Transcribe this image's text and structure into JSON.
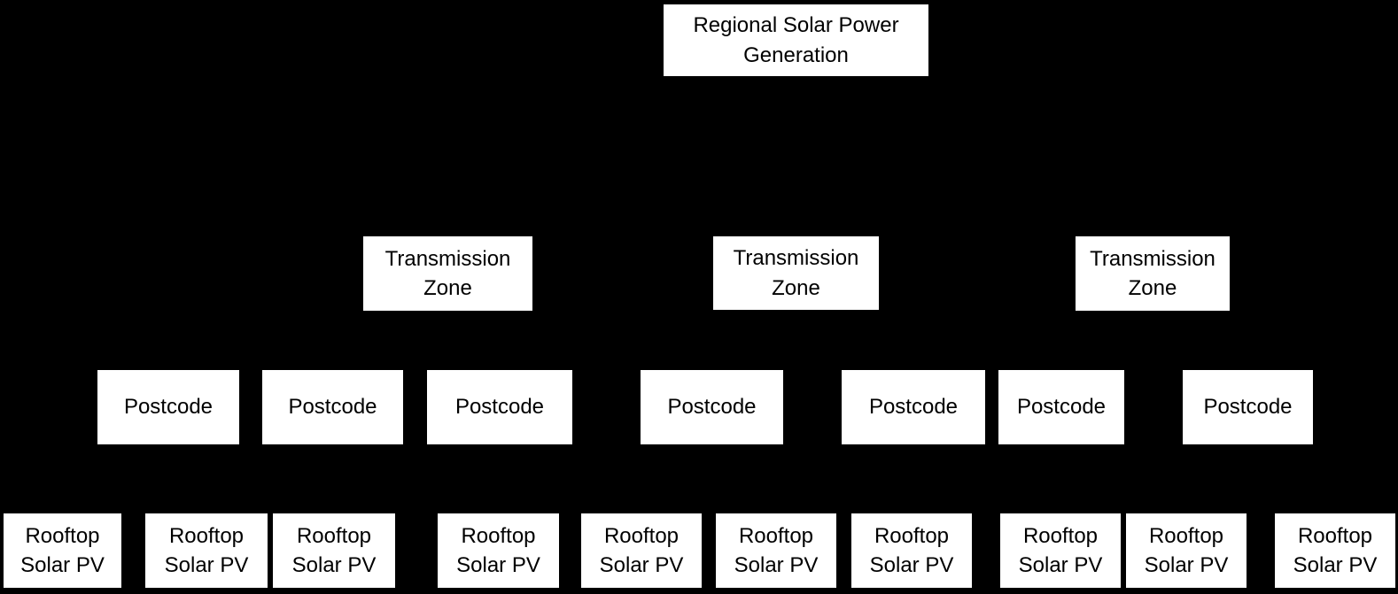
{
  "colors": {
    "background": "#000000",
    "node_fill": "#ffffff",
    "node_text": "#000000",
    "node_border": "#000000"
  },
  "root": {
    "label": "Regional Solar Power Generation"
  },
  "transmission_zones": [
    {
      "label": "Transmission Zone"
    },
    {
      "label": "Transmission Zone"
    },
    {
      "label": "Transmission Zone"
    }
  ],
  "postcodes": [
    {
      "label": "Postcode"
    },
    {
      "label": "Postcode"
    },
    {
      "label": "Postcode"
    },
    {
      "label": "Postcode"
    },
    {
      "label": "Postcode"
    },
    {
      "label": "Postcode"
    },
    {
      "label": "Postcode"
    }
  ],
  "rooftop_units": [
    {
      "label": "Rooftop Solar PV"
    },
    {
      "label": "Rooftop Solar PV"
    },
    {
      "label": "Rooftop Solar PV"
    },
    {
      "label": "Rooftop Solar PV"
    },
    {
      "label": "Rooftop Solar PV"
    },
    {
      "label": "Rooftop Solar PV"
    },
    {
      "label": "Rooftop Solar PV"
    },
    {
      "label": "Rooftop Solar PV"
    },
    {
      "label": "Rooftop Solar PV"
    },
    {
      "label": "Rooftop Solar PV"
    }
  ]
}
